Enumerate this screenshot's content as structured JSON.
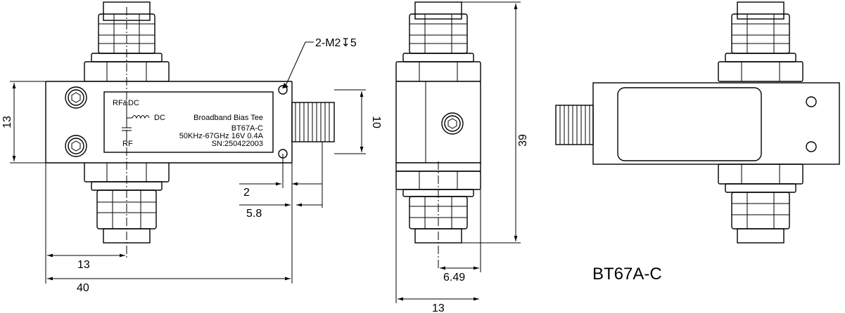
{
  "drawing": {
    "product_title": "BT67A-C",
    "label": {
      "port_rfdc": "RF&DC",
      "port_dc": "DC",
      "port_rf": "RF",
      "name": "Broadband Bias Tee",
      "model": "BT67A-C",
      "spec": "50KHz-67GHz 16V 0.4A",
      "serial": "SN:250422003"
    },
    "callout_holes": "2-M2↧5",
    "dimensions": {
      "front_height": "13",
      "connector_length": "10",
      "hole_offset_2": "2",
      "hole_offset_58": "5.8",
      "center_13": "13",
      "total_40": "40",
      "side_height_39": "39",
      "side_offset_649": "6.49",
      "side_width_13": "13"
    }
  }
}
